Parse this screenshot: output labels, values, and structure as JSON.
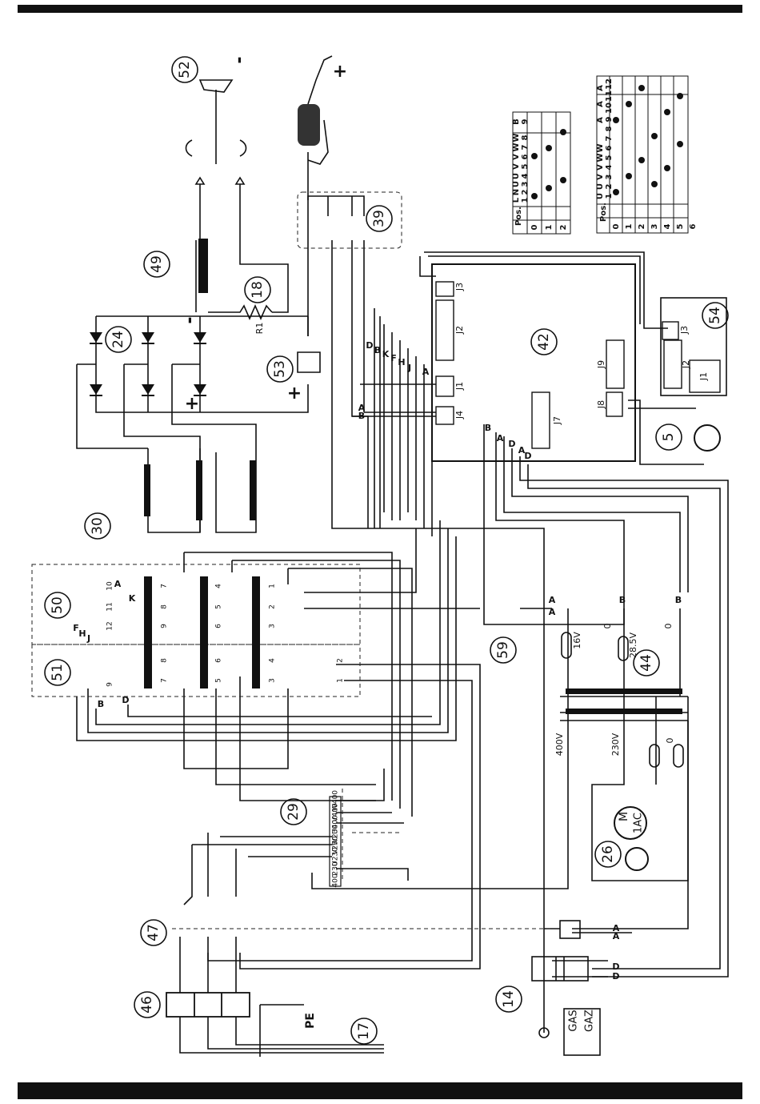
{
  "diagram": {
    "component_refs": [
      "52",
      "49",
      "18",
      "24",
      "30",
      "50",
      "51",
      "53",
      "39",
      "42",
      "54",
      "5",
      "59",
      "44",
      "29",
      "26",
      "47",
      "46",
      "14",
      "17"
    ],
    "polarity": {
      "minus": "-",
      "plus": "+"
    },
    "resistor_label": "R1",
    "gas_label": [
      "GAS",
      "GAZ"
    ],
    "pe_label": "PE",
    "board_connectors": [
      "J3",
      "J2",
      "J1",
      "J4",
      "J7",
      "J8",
      "J9"
    ],
    "board54_connectors": [
      "J3",
      "J2",
      "J1"
    ],
    "transformer_secondary": [
      "16V",
      "28.5V"
    ],
    "transformer_primary": [
      "400V",
      "230V",
      "0",
      "0",
      "0"
    ],
    "motor_label": [
      "M",
      "1AC"
    ],
    "terminal_block": [
      "W400",
      "V400",
      "U400",
      "W230",
      "V230",
      "U230",
      "230",
      "400"
    ],
    "wire_letters": [
      "A",
      "B",
      "D",
      "F",
      "H",
      "J",
      "K"
    ],
    "switch_letters_50": [
      "F",
      "H",
      "J",
      "K",
      "A"
    ],
    "table_51": {
      "header_row1": [
        "L",
        "N",
        "U",
        "U",
        "V",
        "V",
        "W",
        "W",
        "B"
      ],
      "header_row2": [
        "1",
        "2",
        "3",
        "4",
        "5",
        "6",
        "7",
        "8",
        "9"
      ],
      "pos_label": "Pos.",
      "rows": [
        "0",
        "1",
        "2"
      ]
    },
    "table_50": {
      "header_row1": [
        "U",
        "U",
        "V",
        "V",
        "W",
        "W",
        "A",
        "A",
        "A"
      ],
      "header_row2": [
        "1",
        "2",
        "3",
        "4",
        "5",
        "6",
        "7",
        "8",
        "9",
        "10",
        "11",
        "12"
      ],
      "pos_label": "Pos.",
      "rows": [
        "0",
        "1",
        "2",
        "3",
        "4",
        "5",
        "6"
      ]
    },
    "switch_pins": {
      "bank_50_top": [
        "10",
        "11",
        "12",
        "7",
        "8",
        "9",
        "4",
        "5",
        "6",
        "1",
        "2",
        "3"
      ],
      "bank_51_bottom": [
        "9",
        "8",
        "7",
        "6",
        "5",
        "4",
        "3",
        "2",
        "1"
      ]
    }
  }
}
